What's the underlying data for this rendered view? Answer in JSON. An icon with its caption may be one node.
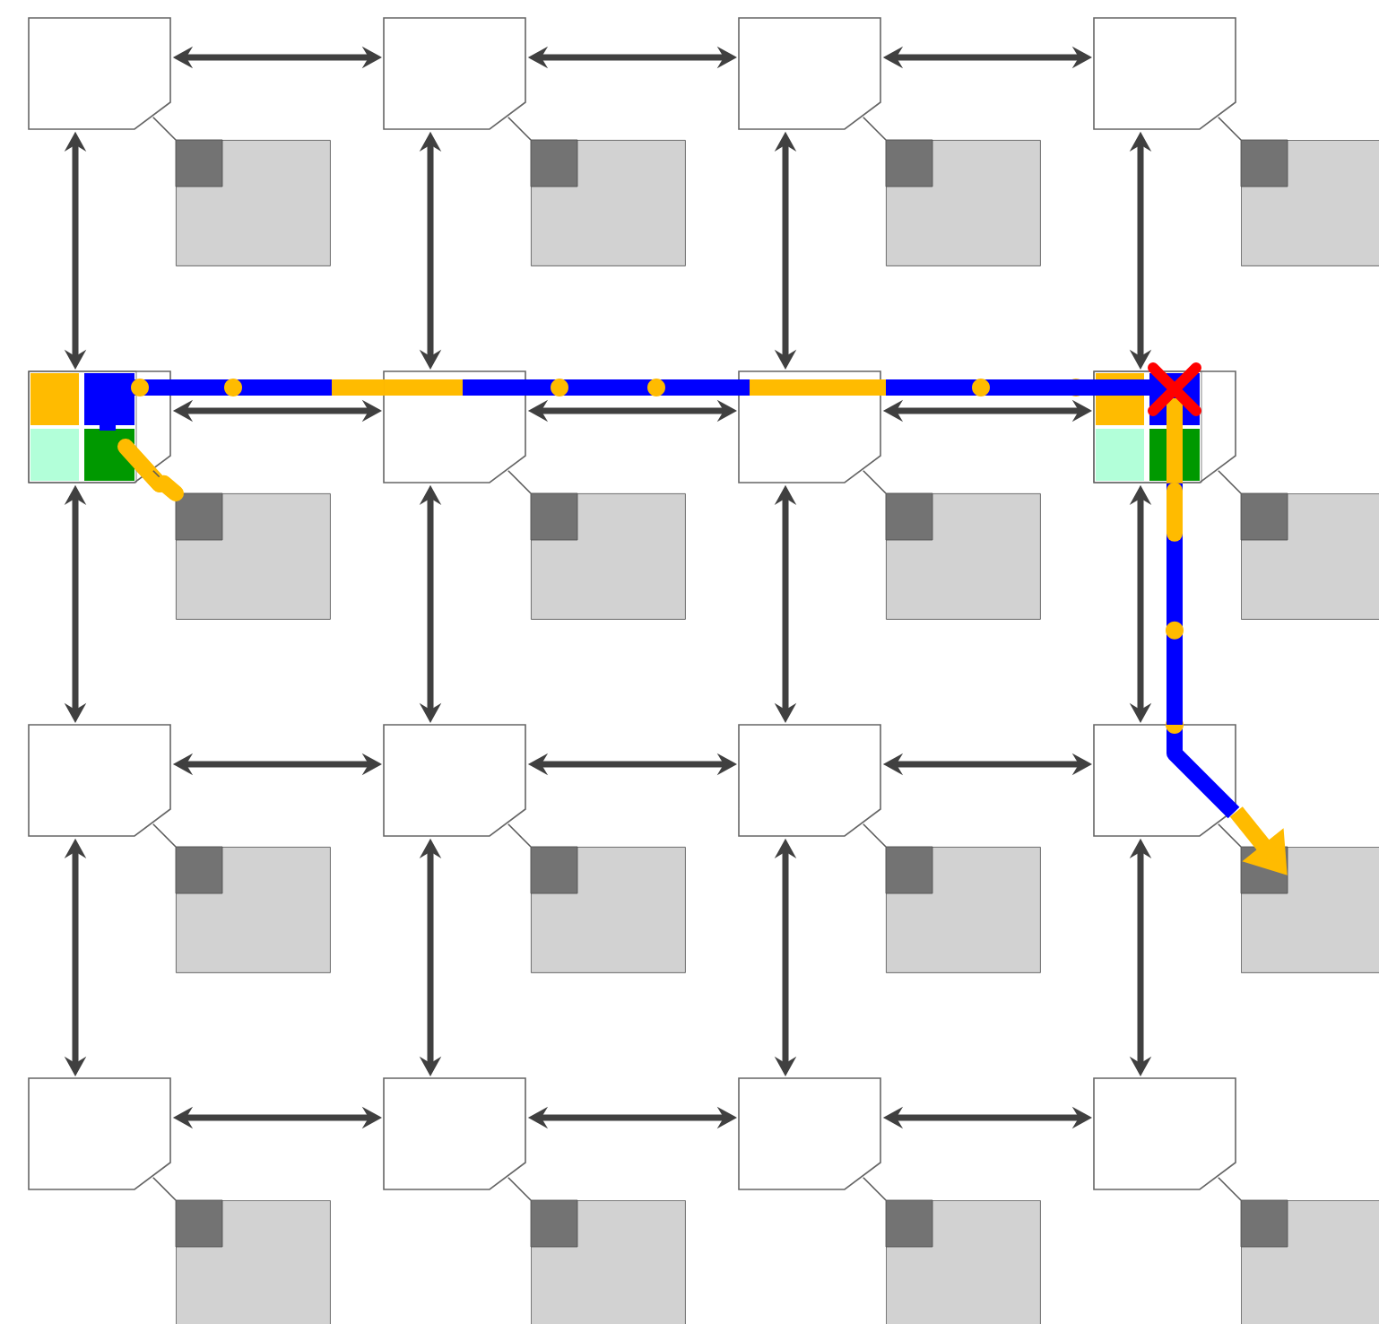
{
  "diagram": {
    "nodes": [
      {
        "text": [],
        "shape": "box"
      },
      {
        "text": [],
        "shape": "box"
      },
      {
        "text": [],
        "shape": "box"
      },
      {
        "text": [],
        "shape": "box"
      },
      {
        "text": [],
        "shape": "box"
      },
      {
        "text": [],
        "shape": "box"
      },
      {
        "text": [],
        "shape": "box"
      },
      {
        "text": [],
        "shape": "box"
      },
      {
        "text": [],
        "shape": "box"
      },
      {
        "text": [],
        "shape": "box"
      },
      {
        "text": [],
        "shape": "box"
      },
      {
        "text": [],
        "shape": "box"
      },
      {
        "text": [],
        "shape": "box"
      },
      {
        "text": [],
        "shape": "box"
      },
      {
        "text": [],
        "shape": "box"
      },
      {
        "text": [],
        "shape": "box"
      },
      {
        "text": [],
        "shape": "box"
      },
      {
        "text": [],
        "shape": "box"
      },
      {
        "text": [],
        "shape": "box"
      },
      {
        "text": [],
        "shape": "box"
      },
      {
        "text": [],
        "shape": "box"
      },
      {
        "text": [],
        "shape": "box"
      },
      {
        "text": [],
        "shape": "box"
      },
      {
        "text": [],
        "shape": "box"
      },
      {
        "text": [],
        "shape": "box"
      },
      {
        "text": [],
        "shape": "box"
      },
      {
        "text": [],
        "shape": "box"
      },
      {
        "text": [],
        "shape": "box"
      },
      {
        "text": [],
        "shape": "box"
      },
      {
        "text": [],
        "shape": "box"
      },
      {
        "text": [],
        "shape": "box"
      },
      {
        "text": [],
        "shape": "box"
      }
    ],
    "edges": [
      {
        "from": 0,
        "to": 1,
        "arrow": "both"
      },
      {
        "from": 1,
        "to": 2,
        "arrow": "both"
      },
      {
        "from": 2,
        "to": 3,
        "arrow": "both"
      },
      {
        "from": 8,
        "to": 9,
        "arrow": "both"
      },
      {
        "from": 9,
        "to": 10,
        "arrow": "both"
      },
      {
        "from": 10,
        "to": 11,
        "arrow": "both"
      },
      {
        "from": 16,
        "to": 17,
        "arrow": "both"
      },
      {
        "from": 17,
        "to": 18,
        "arrow": "both"
      },
      {
        "from": 18,
        "to": 19,
        "arrow": "both"
      },
      {
        "from": 24,
        "to": 25,
        "arrow": "both"
      },
      {
        "from": 25,
        "to": 26,
        "arrow": "both"
      },
      {
        "from": 26,
        "to": 27,
        "arrow": "both"
      },
      {
        "from": 0,
        "to": 8,
        "arrow": "both"
      },
      {
        "from": 1,
        "to": 9,
        "arrow": "both"
      },
      {
        "from": 2,
        "to": 10,
        "arrow": "both"
      },
      {
        "from": 3,
        "to": 11,
        "arrow": "both"
      },
      {
        "from": 8,
        "to": 16,
        "arrow": "both"
      },
      {
        "from": 9,
        "to": 17,
        "arrow": "both"
      },
      {
        "from": 10,
        "to": 18,
        "arrow": "both"
      },
      {
        "from": 11,
        "to": 19,
        "arrow": "both"
      },
      {
        "from": 16,
        "to": 24,
        "arrow": "both"
      },
      {
        "from": 17,
        "to": 25,
        "arrow": "both"
      },
      {
        "from": 18,
        "to": 26,
        "arrow": "both"
      },
      {
        "from": 19,
        "to": 27,
        "arrow": "both"
      },
      {
        "from": 0,
        "to": 4,
        "arrow": "none"
      },
      {
        "from": 1,
        "to": 5,
        "arrow": "none"
      },
      {
        "from": 2,
        "to": 6,
        "arrow": "none"
      },
      {
        "from": 3,
        "to": 7,
        "arrow": "none"
      },
      {
        "from": 8,
        "to": 12,
        "arrow": "none"
      },
      {
        "from": 9,
        "to": 13,
        "arrow": "none"
      },
      {
        "from": 10,
        "to": 14,
        "arrow": "none"
      },
      {
        "from": 11,
        "to": 15,
        "arrow": "none"
      },
      {
        "from": 16,
        "to": 20,
        "arrow": "none"
      },
      {
        "from": 17,
        "to": 21,
        "arrow": "none"
      },
      {
        "from": 18,
        "to": 22,
        "arrow": "none"
      },
      {
        "from": 19,
        "to": 23,
        "arrow": "none"
      },
      {
        "from": 24,
        "to": 28,
        "arrow": "none"
      },
      {
        "from": 25,
        "to": 29,
        "arrow": "none"
      },
      {
        "from": 26,
        "to": 30,
        "arrow": "none"
      },
      {
        "from": 27,
        "to": 31,
        "arrow": "none"
      },
      {
        "from": 12,
        "to": 8,
        "arrow": "none",
        "style": "thick",
        "color": "#ffbb00"
      },
      {
        "from": 8,
        "to": 9,
        "arrow": "none",
        "style": "thick",
        "color": "#0000ff"
      },
      {
        "from": 9,
        "to": 10,
        "arrow": "none",
        "style": "thick",
        "color": "#0000ff"
      },
      {
        "from": 10,
        "to": 11,
        "arrow": "none",
        "style": "thick",
        "color": "#0000ff"
      },
      {
        "from": 11,
        "to": 19,
        "arrow": "none",
        "style": "thick",
        "color": "#0000ff"
      },
      {
        "from": 19,
        "to": 23,
        "arrow": "to",
        "style": "thick",
        "color": "#ffbb00"
      }
    ]
  }
}
